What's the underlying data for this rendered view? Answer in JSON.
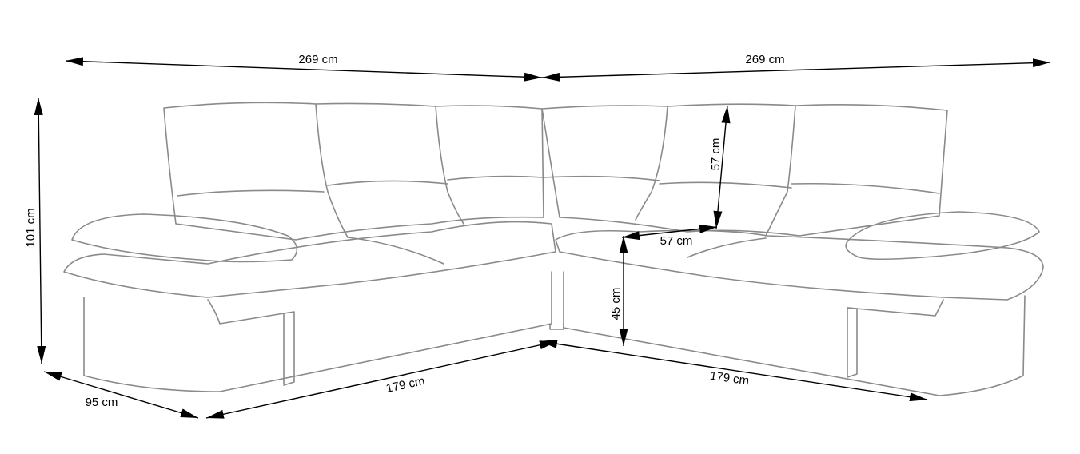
{
  "title": "Corner sofa dimensions",
  "dimensions": {
    "width_left": "269 cm",
    "width_right": "269 cm",
    "height_total": "101 cm",
    "backrest_height": "57 cm",
    "seat_depth": "57 cm",
    "seat_height": "45 cm",
    "base_left": "179 cm",
    "base_right": "179 cm",
    "depth": "95 cm"
  },
  "colors": {
    "outline": "#8a8a8a",
    "dimension": "#000000"
  }
}
